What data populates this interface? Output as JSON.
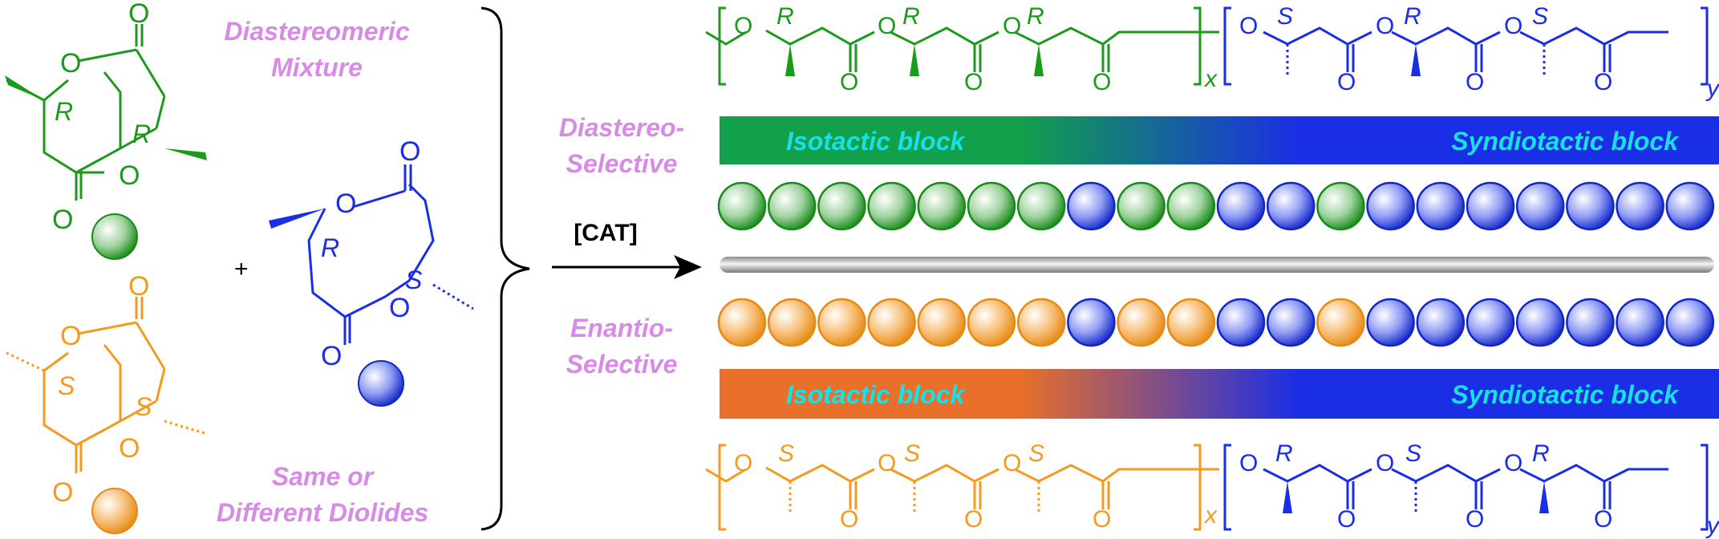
{
  "colors": {
    "green": "#1b9a1b",
    "blue": "#1a2ee6",
    "orange": "#f59a1e",
    "pink": "#d88be6",
    "cyan": "#18e0e6",
    "black": "#000000"
  },
  "labels": {
    "diastereomeric_1": "Diastereomeric",
    "diastereomeric_2": "Mixture",
    "same_1": "Same or",
    "same_2": "Different Diolides",
    "diastereo_1": "Diastereo-",
    "diastereo_2": "Selective",
    "enantio_1": "Enantio-",
    "enantio_2": "Selective",
    "catalyst": "[CAT]",
    "plus": "+"
  },
  "bars": {
    "top_left": "Isotactic block",
    "top_right": "Syndiotactic block",
    "bottom_left": "Isotactic block",
    "bottom_right": "Syndiotactic block"
  },
  "atoms": {
    "O": "O",
    "R": "R",
    "S": "S",
    "x": "x",
    "y": "y"
  },
  "sphere_rows": {
    "top": [
      "green",
      "green",
      "green",
      "green",
      "green",
      "green",
      "green",
      "blue",
      "green",
      "green",
      "blue",
      "blue",
      "green",
      "blue",
      "blue",
      "blue",
      "blue",
      "blue",
      "blue",
      "blue"
    ],
    "bottom": [
      "orange",
      "orange",
      "orange",
      "orange",
      "orange",
      "orange",
      "orange",
      "blue",
      "orange",
      "orange",
      "blue",
      "blue",
      "orange",
      "blue",
      "blue",
      "blue",
      "blue",
      "blue",
      "blue",
      "blue"
    ]
  },
  "icons": {
    "sphere": "sphere-icon",
    "arrow": "reaction-arrow-icon",
    "brace": "curly-brace-icon",
    "rod": "polymer-rod-icon"
  }
}
